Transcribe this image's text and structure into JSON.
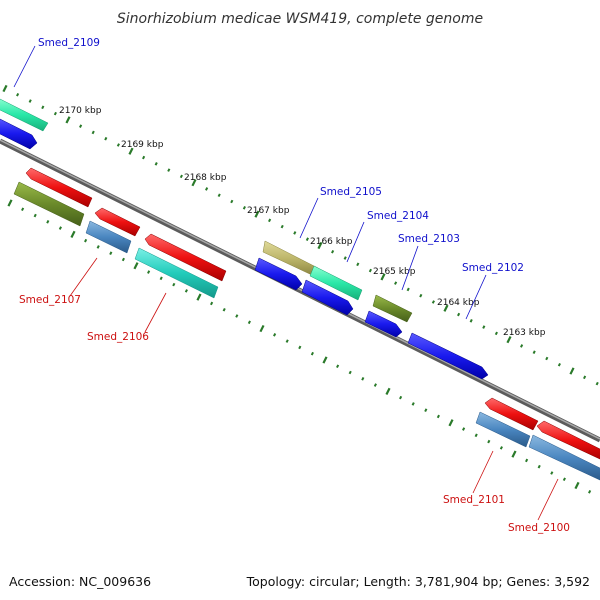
{
  "title": "Sinorhizobium medicae WSM419, complete genome",
  "accession": "Accession: NC_009636",
  "topology": "Topology: circular; Length: 3,781,904 bp; Genes: 3,592",
  "ticks": {
    "t2170": "2170 kbp",
    "t2169": "2169 kbp",
    "t2168": "2168 kbp",
    "t2167": "2167 kbp",
    "t2166": "2166 kbp",
    "t2165": "2165 kbp",
    "t2164": "2164 kbp",
    "t2163": "2163 kbp"
  },
  "genes": {
    "smed_2109": "Smed_2109",
    "smed_2105": "Smed_2105",
    "smed_2104": "Smed_2104",
    "smed_2103": "Smed_2103",
    "smed_2102": "Smed_2102",
    "smed_2107": "Smed_2107",
    "smed_2106": "Smed_2106",
    "smed_2101": "Smed_2101",
    "smed_2100": "Smed_2100"
  },
  "colors": {
    "forward_label": "#1010cc",
    "reverse_label": "#cc1010",
    "backbone": "#777777",
    "tick": "#2a7a2a",
    "red": "#ee1111",
    "blue": "#1a1aee",
    "steel": "#4a86c0",
    "olive": "#6b8a2a",
    "teal": "#22ccbb",
    "mint": "#2ae8a8",
    "khaki": "#bdb66a"
  }
}
